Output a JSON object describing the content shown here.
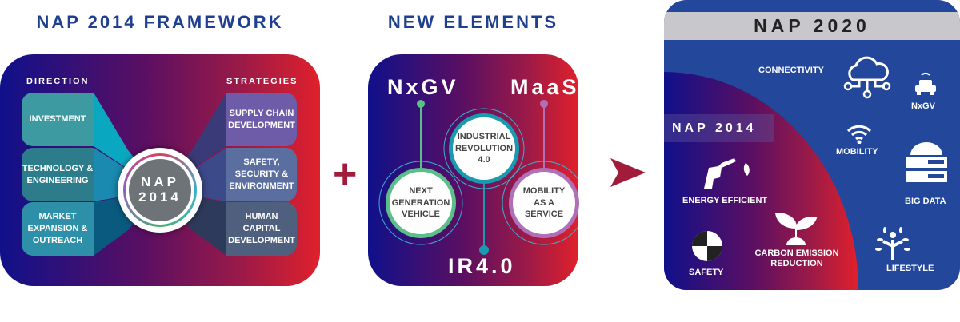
{
  "left": {
    "title": "NAP 2014 FRAMEWORK",
    "direction_label": "DIRECTION",
    "strategies_label": "STRATEGIES",
    "directions": [
      "INVESTMENT",
      "TECHNOLOGY & ENGINEERING",
      "MARKET EXPANSION & OUTREACH"
    ],
    "strategies": [
      "SUPPLY CHAIN DEVELOPMENT",
      "SAFETY, SECURITY & ENVIRONMENT",
      "HUMAN CAPITAL DEVELOPMENT"
    ],
    "center_line1": "NAP",
    "center_line2": "2014"
  },
  "plus_symbol": "+",
  "middle": {
    "title": "NEW ELEMENTS",
    "nxgv": "NxGV",
    "maas": "MaaS",
    "ir": "IR4.0",
    "industrial": "INDUSTRIAL REVOLUTION 4.0",
    "next_gen": "NEXT GENERATION VEHICLE",
    "mobility": "MOBILITY AS A SERVICE"
  },
  "right": {
    "title": "NAP 2020",
    "sub_title": "NAP 2014",
    "items": {
      "connectivity": "CONNECTIVITY",
      "nxgv": "NxGV",
      "mobility": "MOBILITY",
      "big_data": "BIG DATA",
      "lifestyle": "LIFESTYLE",
      "energy": "ENERGY EFFICIENT",
      "safety": "SAFETY",
      "carbon": "CARBON EMISSION REDUCTION"
    }
  },
  "colors": {
    "title_blue": "#1f3f8f",
    "panel_blue": "#23479a",
    "red": "#e0202c",
    "navy": "#10108a"
  }
}
